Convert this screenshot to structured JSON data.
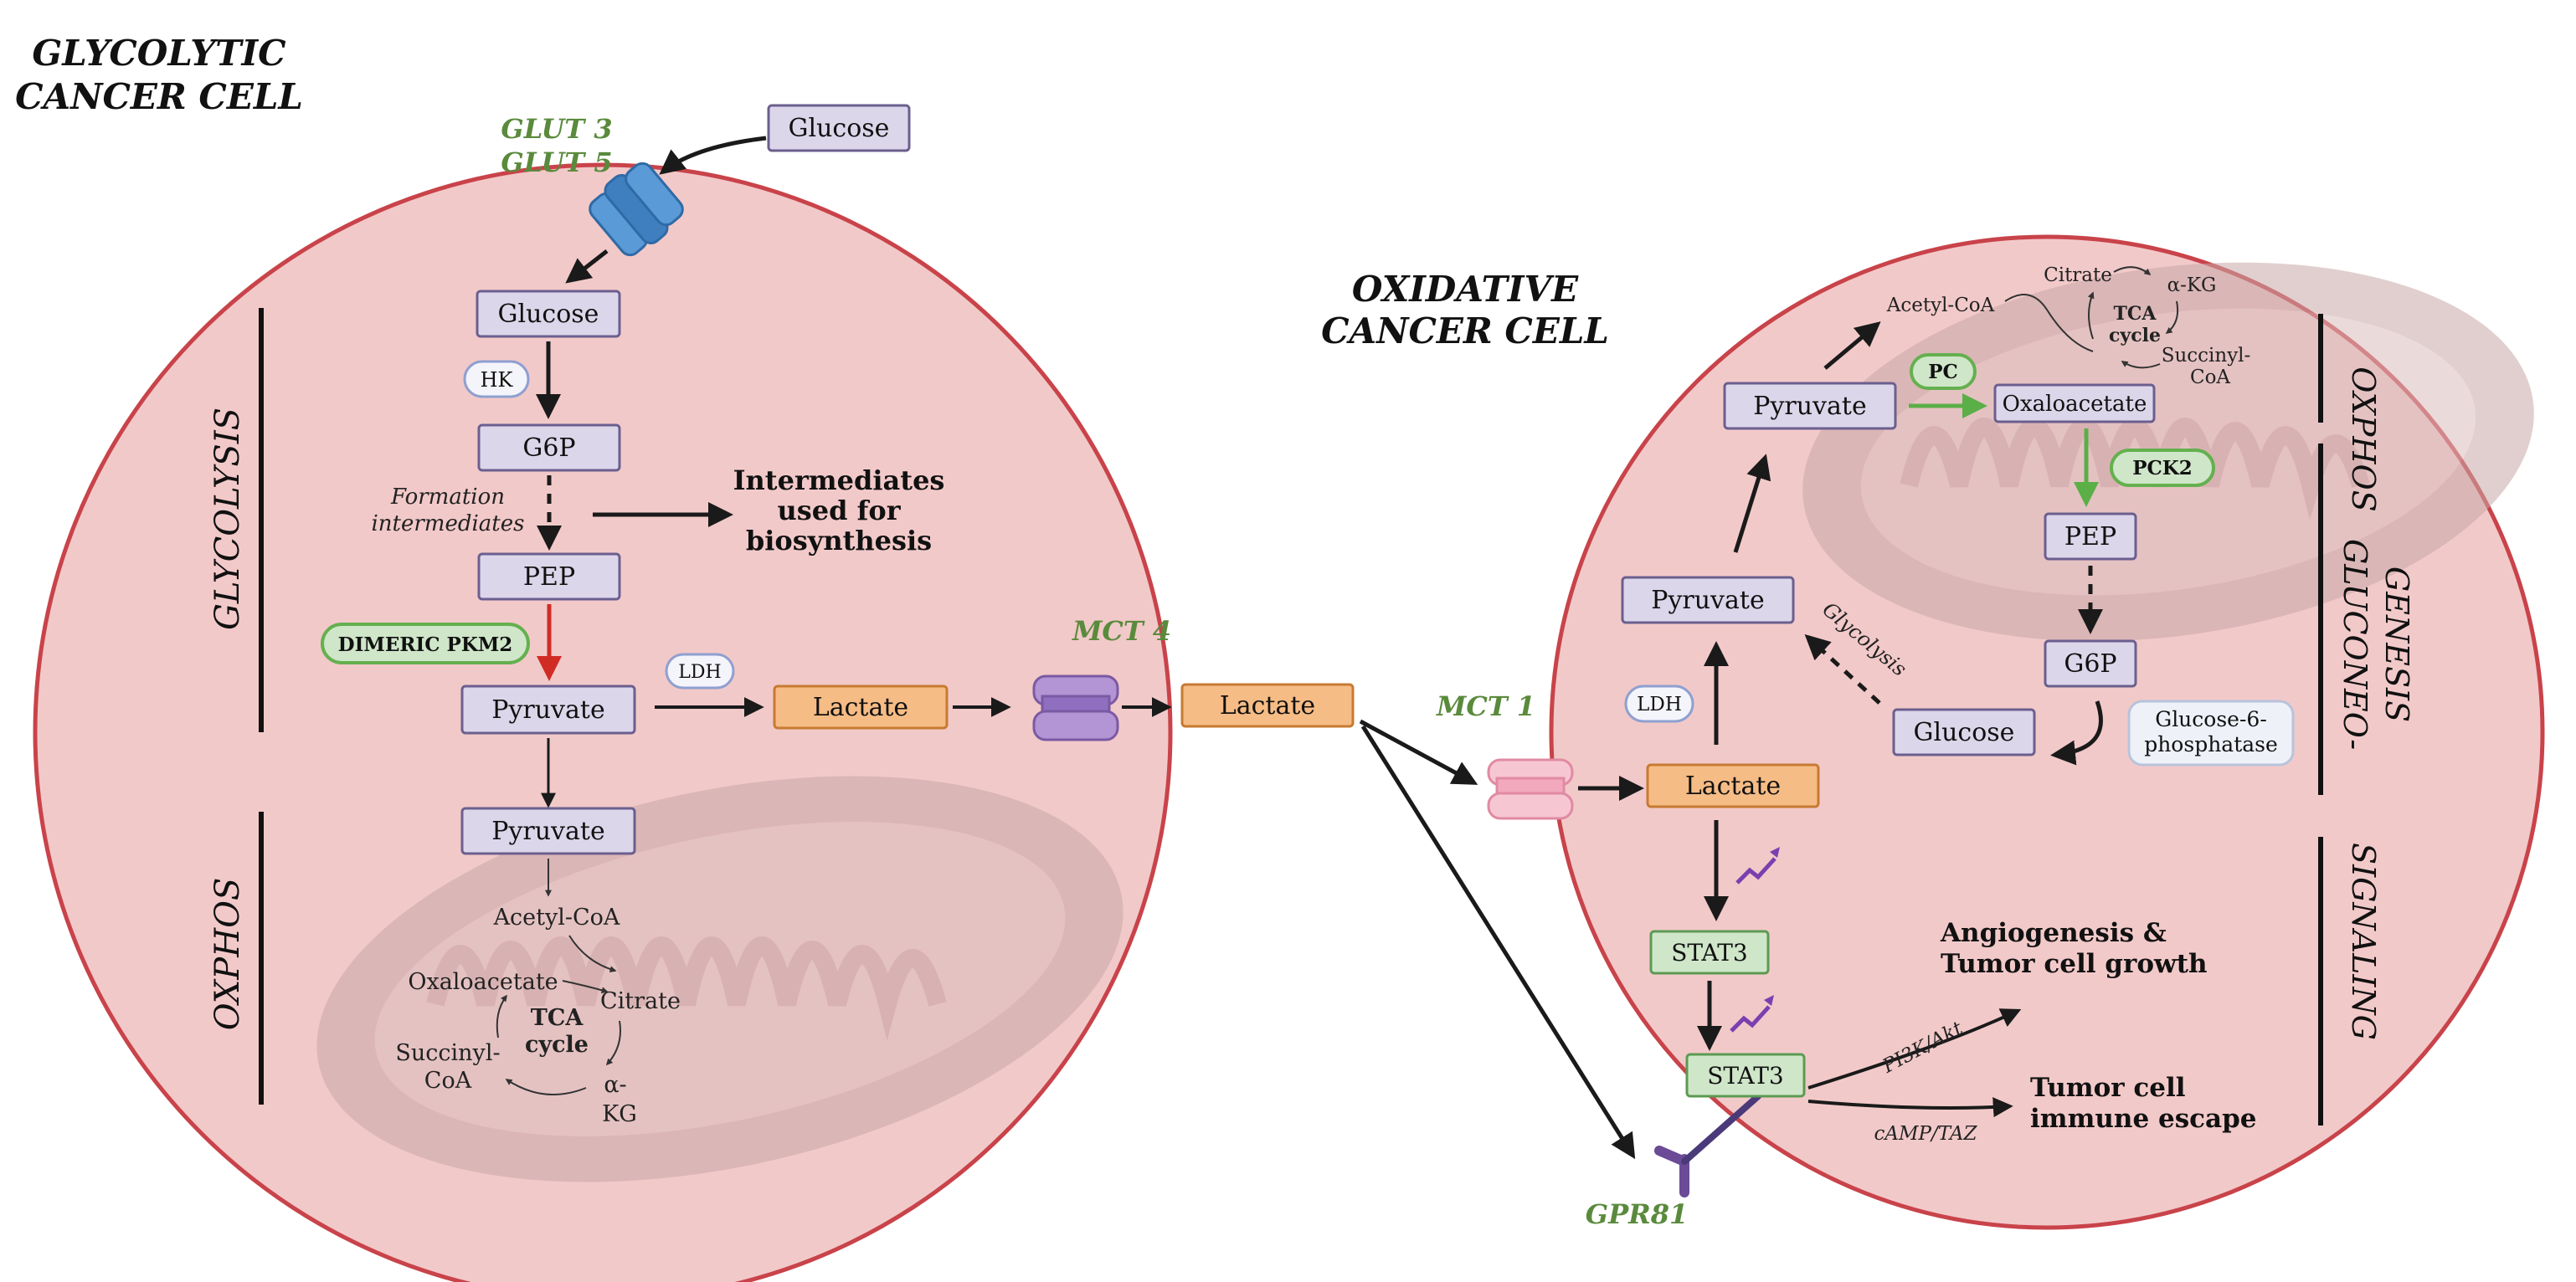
{
  "left_cell": {
    "title_line1": "GLYCOLYTIC",
    "title_line2": "CANCER CELL",
    "glut_label_1": "GLUT 3",
    "glut_label_2": "GLUT 5",
    "glucose_outside": "Glucose",
    "glucose_inside": "Glucose",
    "hk": "HK",
    "g6p": "G6P",
    "formation_line1": "Formation",
    "formation_line2": "intermediates",
    "intermediates_line1": "Intermediates",
    "intermediates_line2": "used for",
    "intermediates_line3": "biosynthesis",
    "pep": "PEP",
    "pkm2": "DIMERIC PKM2",
    "pyruvate_cytosol": "Pyruvate",
    "ldh": "LDH",
    "lactate": "Lactate",
    "pyruvate_mito": "Pyruvate",
    "acetyl_coa": "Acetyl-CoA",
    "oxaloacetate": "Oxaloacetate",
    "citrate": "Citrate",
    "tca_line1": "TCA",
    "tca_line2": "cycle",
    "succinyl_line1": "Succinyl-",
    "succinyl_line2": "CoA",
    "akg_line1": "α-",
    "akg_line2": "KG",
    "side_glycolysis": "GLYCOLYSIS",
    "side_oxphos": "OXPHOS"
  },
  "middle": {
    "mct4": "MCT 4",
    "lactate_extracellular": "Lactate",
    "mct1": "MCT 1",
    "gpr81": "GPR81"
  },
  "right_cell": {
    "title_line1": "OXIDATIVE",
    "title_line2": "CANCER CELL",
    "acetyl_coa": "Acetyl-CoA",
    "citrate": "Citrate",
    "akg": "α-KG",
    "tca_line1": "TCA",
    "tca_line2": "cycle",
    "succinyl_line1": "Succinyl-",
    "succinyl_line2": "CoA",
    "pyruvate_top": "Pyruvate",
    "pc": "PC",
    "oxaloacetate": "Oxaloacetate",
    "pck2": "PCK2",
    "pep": "PEP",
    "g6p": "G6P",
    "glucose": "Glucose",
    "g6pase_line1": "Glucose-6-",
    "g6pase_line2": "phosphatase",
    "pyruvate_mid": "Pyruvate",
    "glycolysis": "Glycolysis",
    "ldh": "LDH",
    "lactate": "Lactate",
    "stat3_a": "STAT3",
    "stat3_b": "STAT3",
    "angio_line1": "Angiogenesis &",
    "angio_line2": "Tumor cell growth",
    "pi3k": "PI3K/Akt",
    "camp": "cAMP/TAZ",
    "escape_line1": "Tumor cell",
    "escape_line2": "immune escape",
    "side_oxphos": "OXPHOS",
    "side_gluco_line1": "GLUCONEO-",
    "side_gluco_line2": "GENESIS",
    "side_signaling": "SIGNALING"
  },
  "colors": {
    "cell_fill": "#f2c9c9",
    "cell_stroke": "#c9434a",
    "box_lilac": "#dcd6ea",
    "box_lilac_stroke": "#6b5f8f",
    "box_orange": "#f6bc85",
    "box_orange_stroke": "#c77a32",
    "box_green": "#cfe6c9",
    "box_green_stroke": "#5c9a52",
    "enzyme_green_stroke": "#64b04f",
    "label_green": "#5a8a3c",
    "arrow_red": "#d12b25",
    "arrow_green": "#5aaf47",
    "glut_blue": "#3f86c9",
    "mct4_purple": "#9a79c0",
    "mct1_pink": "#f4b9c9",
    "gpr81_purple": "#6b4a96"
  }
}
